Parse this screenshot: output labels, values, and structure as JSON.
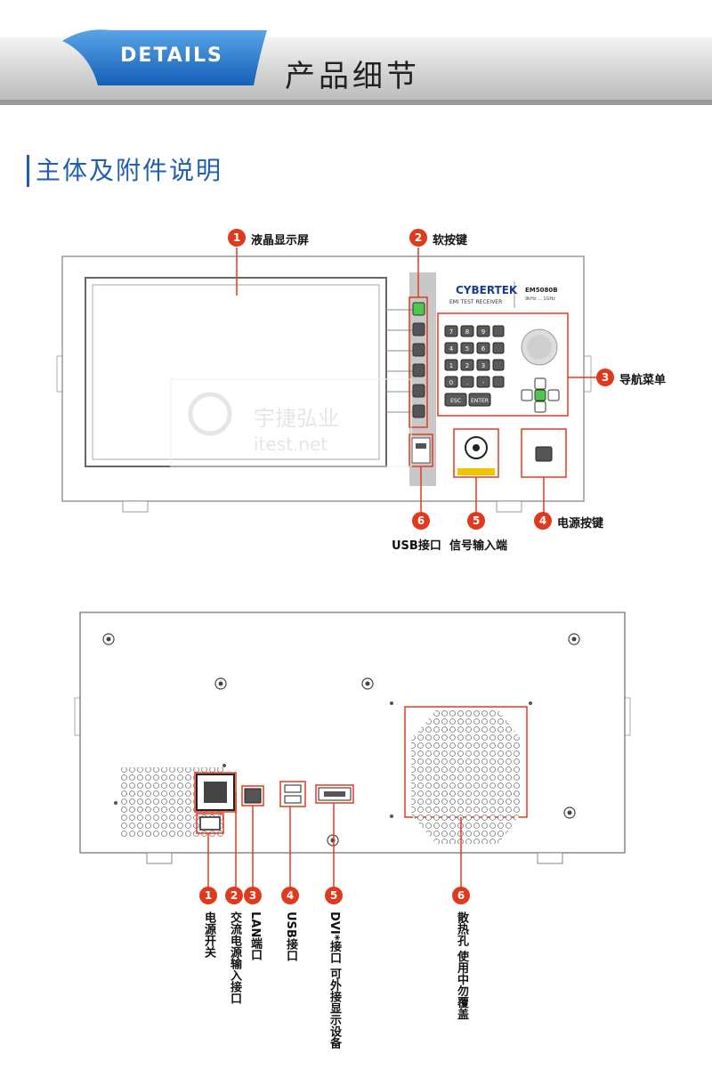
{
  "banner": {
    "badge": "DETAILS",
    "title": "产品细节"
  },
  "section": {
    "title": "主体及附件说明"
  },
  "front": {
    "brand": "CYBERTEK",
    "model": "EM5080B",
    "model_sub": "9kHz ... 1GHz",
    "subtitle": "EMI TEST RECEIVER",
    "keys": [
      "7",
      "8",
      "9",
      "4",
      "5",
      "6",
      "1",
      "2",
      "3",
      "0",
      ".",
      "-"
    ],
    "key_esc": "ESC",
    "key_enter": "ENTER",
    "watermark_cn": "宇捷弘业",
    "watermark_en": "itest.net",
    "callouts": [
      {
        "n": "1",
        "label": "液晶显示屏"
      },
      {
        "n": "2",
        "label": "软按键"
      },
      {
        "n": "3",
        "label": "导航菜单"
      },
      {
        "n": "4",
        "label": "电源按键"
      },
      {
        "n": "5",
        "label": "信号输入端"
      },
      {
        "n": "6",
        "label": "USB接口"
      }
    ]
  },
  "rear": {
    "callouts": [
      {
        "n": "1",
        "label": "电源开关"
      },
      {
        "n": "2",
        "label": "交流电源输入接口"
      },
      {
        "n": "3",
        "label": "LAN端口"
      },
      {
        "n": "4",
        "label": "USB接口"
      },
      {
        "n": "5",
        "label": "DVI*接口  可外接显示设备"
      },
      {
        "n": "6",
        "label": "散热孔  使用中勿覆盖"
      }
    ]
  },
  "colors": {
    "accent_blue": "#1f5fae",
    "callout_red": "#e03a1e",
    "highlight_green": "#4cc94c"
  }
}
